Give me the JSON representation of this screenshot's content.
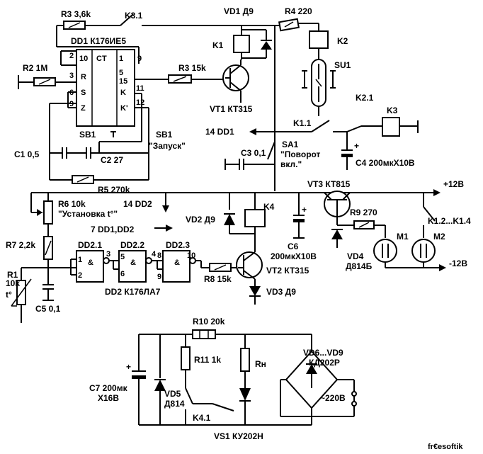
{
  "labels": {
    "r3": "R3 3,6k",
    "k31": "K3.1",
    "vd1": "VD1 Д9",
    "r4": "R4 220",
    "dd1": "DD1 К176ИЕ5",
    "k1": "K1",
    "k2": "K2",
    "r2": "R2 1M",
    "r3b": "R3 15k",
    "su1": "SU1",
    "vt1": "VT1 КТ315",
    "k21": "K2.1",
    "k3": "K3",
    "sb1": "SB1",
    "sb1b": "SB1",
    "zapusk": "\"Запуск\"",
    "dd1_14": "14 DD1",
    "k11": "K1.1",
    "sa1": "SA1",
    "povorot1": "\"Поворот",
    "povorot2": "вкл.\"",
    "c1": "C1 0,5",
    "c2": "C2 27",
    "c3": "C3 0,1",
    "c4": "C4 200мкX10B",
    "r5": "R5 270k",
    "vt3": "VT3 КТ815",
    "p12": "+12B",
    "r6": "R6 10k",
    "dd2_14": "14 DD2",
    "ustanovka": "\"Установка t°\"",
    "k4": "K4",
    "r9": "R9 270",
    "k12": "K1.2...K1.4",
    "vd2": "VD2 Д9",
    "dd12_7": "7 DD1,DD2",
    "m1": "M1",
    "m2": "M2",
    "r7": "R7 2,2k",
    "dd21": "DD2.1",
    "dd22": "DD2.2",
    "dd23": "DD2.3",
    "c6": "C6",
    "c6v": "200мкX10B",
    "vd4": "VD4",
    "vd4t": "Д814Б",
    "m12": "-12B",
    "r1": "R1",
    "r1v": "10k",
    "r1t": "t°",
    "r8": "R8 15k",
    "vt2": "VT2 КТ315",
    "c5": "C5 0,1",
    "dd2": "DD2 К176ЛА7",
    "vd3": "VD3 Д9",
    "r10": "R10 20k",
    "r11": "R11 1k",
    "rn": "Rн",
    "vd69": "VD6...VD9",
    "kd": "КД202P",
    "c7": "C7 200мк",
    "c7v": "X16B",
    "vd5": "VD5",
    "vd5t": "Д814",
    "k41": "K4.1",
    "ac": "~220B",
    "vs1": "VS1 КУ202H",
    "watermark": "fr€esoftik"
  },
  "chip": {
    "ct": "CT",
    "pins": {
      "p2": "2",
      "p3": "3",
      "p6": "6",
      "p9l": "9",
      "p10": "10",
      "p1": "1",
      "p9r": "9",
      "p5": "5",
      "p15": "15",
      "p11": "11",
      "p12": "12"
    },
    "r": "R",
    "s": "S",
    "z": "Z",
    "k": "K",
    "kp": "K'"
  },
  "gates": {
    "and": "&",
    "pins": {
      "a1": "1",
      "a2": "2",
      "a3": "3",
      "b5": "5",
      "b6": "6",
      "b4": "4",
      "c8": "8",
      "c9": "9",
      "c10": "10"
    }
  },
  "polarity": {
    "c4": "+",
    "c6": "+",
    "c7": "+"
  }
}
